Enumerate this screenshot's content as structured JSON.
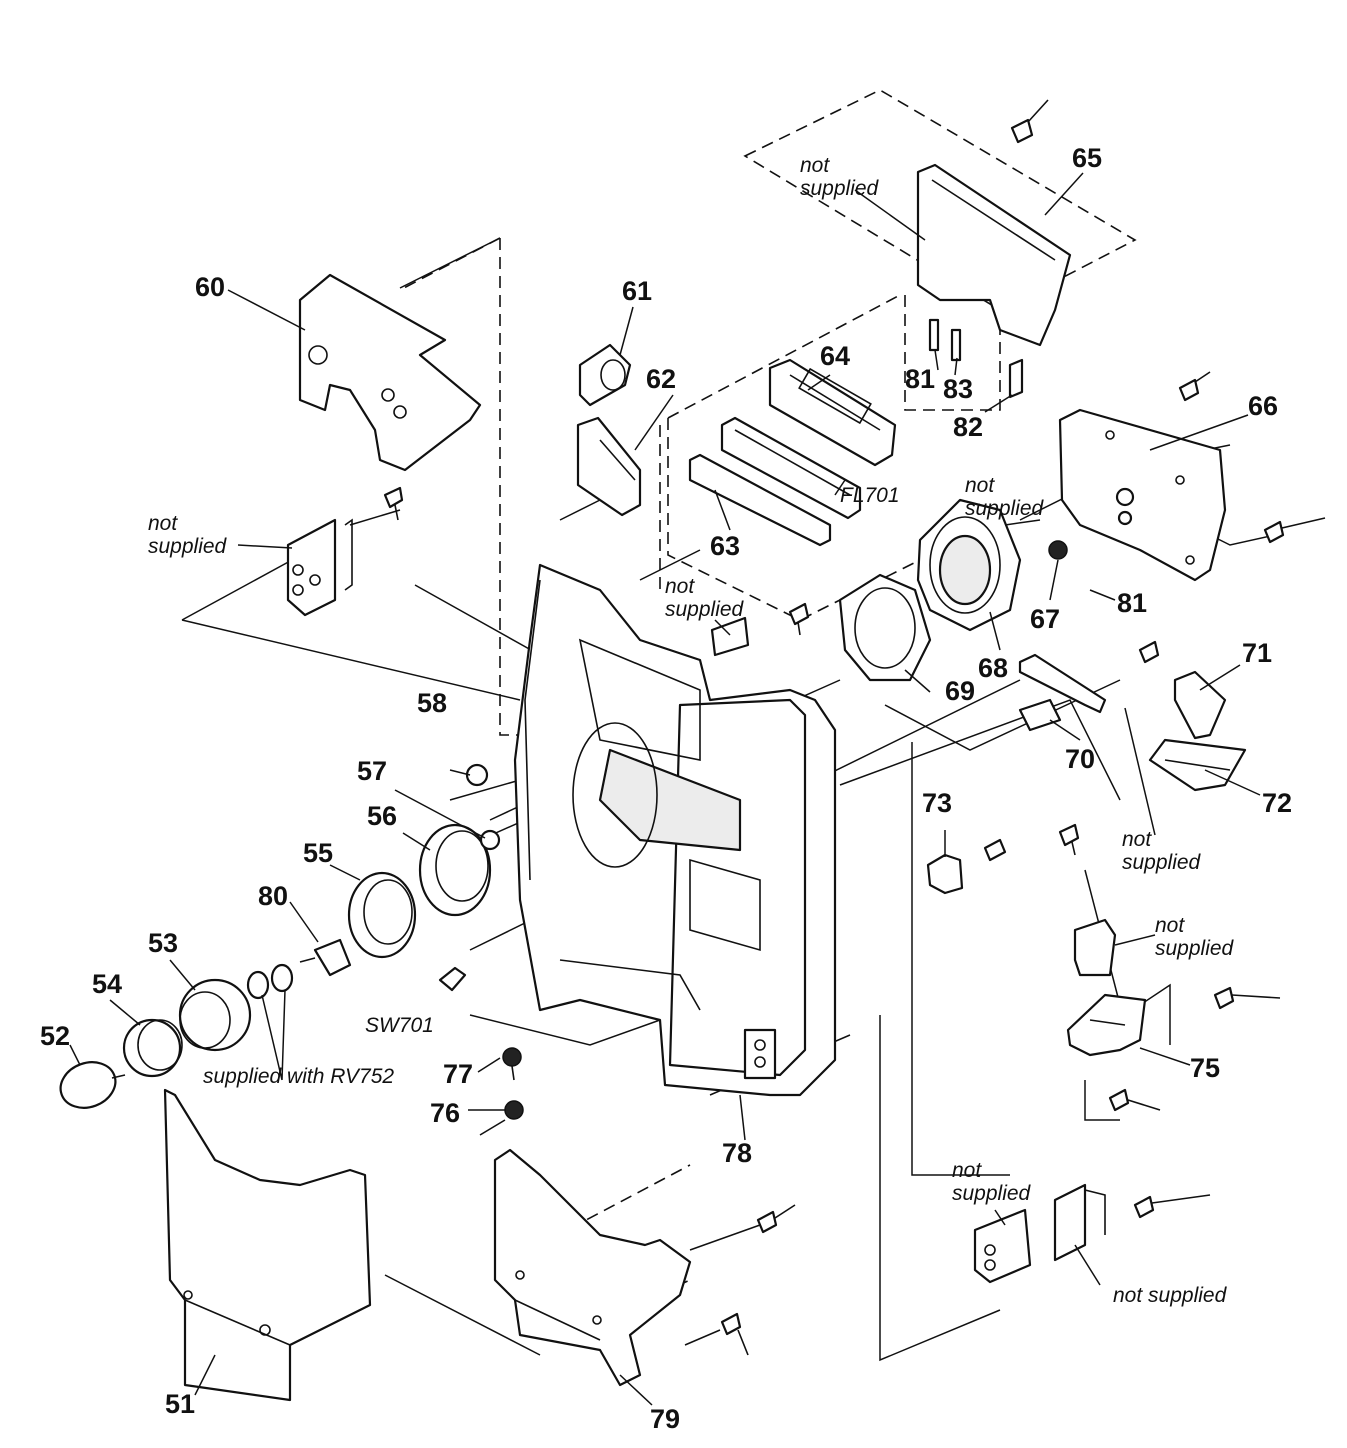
{
  "labels": {
    "p51": "51",
    "p52": "52",
    "p53": "53",
    "p54": "54",
    "p55": "55",
    "p56": "56",
    "p57": "57",
    "p58": "58",
    "p60": "60",
    "p61": "61",
    "p62": "62",
    "p63": "63",
    "p64": "64",
    "p65": "65",
    "p66": "66",
    "p67": "67",
    "p68": "68",
    "p69": "69",
    "p70": "70",
    "p71": "71",
    "p72": "72",
    "p73": "73",
    "p75": "75",
    "p76": "76",
    "p77": "77",
    "p78": "78",
    "p79": "79",
    "p80": "80",
    "p81a": "81",
    "p81b": "81",
    "p82": "82",
    "p83": "83",
    "fl701": "FL701",
    "sw701": "SW701"
  },
  "notes": {
    "not": "not",
    "supplied": "supplied",
    "not_supplied": "not supplied",
    "supplied_with": "supplied with RV752"
  }
}
